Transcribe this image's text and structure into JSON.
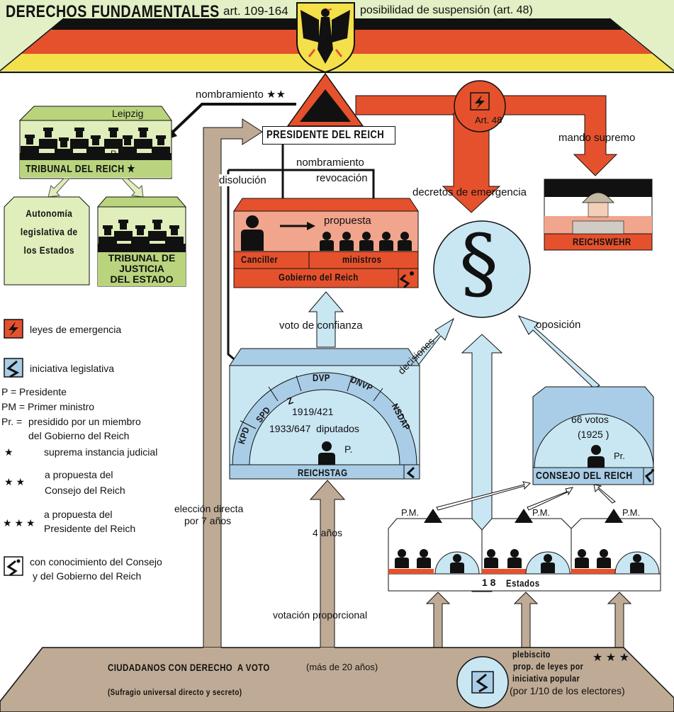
{
  "header": {
    "title": "DERECHOS FUNDAMENTALES",
    "articles": "art. 109-164",
    "suspension": "posibilidad de suspensión (art. 48)"
  },
  "colors": {
    "black": "#111111",
    "red": "#e5512c",
    "gold": "#f4e04a",
    "lightgreen": "#dfeebb",
    "green": "#b9d47d",
    "lightblue": "#c9e6f3",
    "blue": "#a9cde6",
    "salmon": "#f1a58d",
    "taupe": "#bfab95"
  },
  "president": {
    "label": "PRESIDENTE DEL REICH",
    "nombramiento_tribunal": "nombramiento ★★",
    "nombramiento": "nombramiento",
    "revocacion": "revocación",
    "disolucion": "disolución",
    "art48": "Art. 48",
    "mando": "mando supremo",
    "decretos": "decretos de emergencia"
  },
  "tribunal": {
    "city": "Leipzig",
    "p": "P.",
    "label": "TRIBUNAL DEL REICH ★",
    "autonomia": [
      "Autonomía",
      "legislativa de",
      "los Estados"
    ],
    "estado": [
      "TRIBUNAL DE",
      "JUSTICIA",
      "DEL ESTADO"
    ]
  },
  "gobierno": {
    "propuesta": "propuesta",
    "canciller": "Canciller",
    "ministros": "ministros",
    "label": "Gobierno del Reich"
  },
  "reichswehr": {
    "label": "REICHSWEHR"
  },
  "law": {
    "symbol": "§",
    "voto": "voto de confianza",
    "decisiones": "decisiones",
    "oposicion": "oposición"
  },
  "reichstag": {
    "parties": [
      "KPD",
      "SPD",
      "Z",
      "DVP",
      "DNVP",
      "NSDAP"
    ],
    "line1": "1919/421",
    "line2": "1933/647  diputados",
    "p": "P.",
    "label": "REICHSTAG"
  },
  "consejo": {
    "votos": "66 votos",
    "year": "(1925 )",
    "pr": "Pr.",
    "label": "CONSEJO DEL REICH"
  },
  "estados": {
    "pm": "P.M.",
    "count": "1 8",
    "label": "Estados"
  },
  "legend": {
    "emergencia": "leyes de emergencia",
    "iniciativa": "iniciativa legislativa",
    "p": "P = Presidente",
    "pm": "PM = Primer ministro",
    "pr_key": "Pr. =",
    "pr1": "presidido por un miembro",
    "pr2": "del Gobierno del Reich",
    "star1_sym": "★",
    "star1": "suprema instancia judicial",
    "star2_sym": "★ ★",
    "star2a": "a propuesta del",
    "star2b": "Consejo del Reich",
    "star3_sym": "★ ★ ★",
    "star3a": "a propuesta del",
    "star3b": "Presidente del Reich",
    "conoc1": "con conocimiento del Consejo",
    "conoc2": "y del Gobierno del Reich"
  },
  "voters": {
    "eleccion1": "elección directa",
    "eleccion2": "por 7 años",
    "anios": "4 años",
    "proporcional": "votación proporcional",
    "title": "CIUDADANOS CON DERECHO  A VOTO",
    "age": "(más de 20 años)",
    "sufragio": "(Sufragio universal directo y secreto)",
    "plebiscito": "plebiscito",
    "prop": "prop. de leyes por",
    "popular": "iniciativa popular",
    "electores": "(por 1/10 de los electores)",
    "stars": "★ ★ ★"
  }
}
